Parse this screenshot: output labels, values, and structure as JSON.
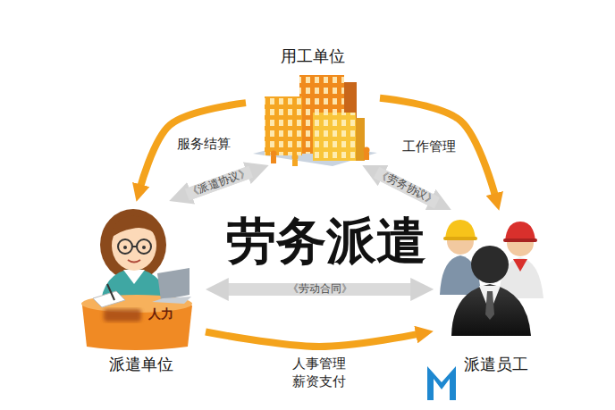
{
  "diagram": {
    "title": "劳务派遣",
    "nodes": [
      {
        "text": [
          "用工单位"
        ]
      },
      {
        "text": [
          "派遣单位"
        ]
      },
      {
        "text": [
          "派遣员工"
        ]
      }
    ],
    "edges": [
      {
        "from": 0,
        "to": 1,
        "arrow": "to",
        "label": "服务结算"
      },
      {
        "from": 0,
        "to": 2,
        "arrow": "to",
        "label": "工作管理"
      },
      {
        "from": 1,
        "to": 2,
        "arrow": "to",
        "label": "人事管理 薪资支付"
      },
      {
        "from": 1,
        "to": 0,
        "arrow": "both",
        "label": "《派遣协议》"
      },
      {
        "from": 0,
        "to": 2,
        "arrow": "both",
        "label": "《劳务协议》"
      },
      {
        "from": 1,
        "to": 2,
        "arrow": "both",
        "label": "《劳动合同》"
      }
    ],
    "labels": [
      "人力"
    ]
  }
}
